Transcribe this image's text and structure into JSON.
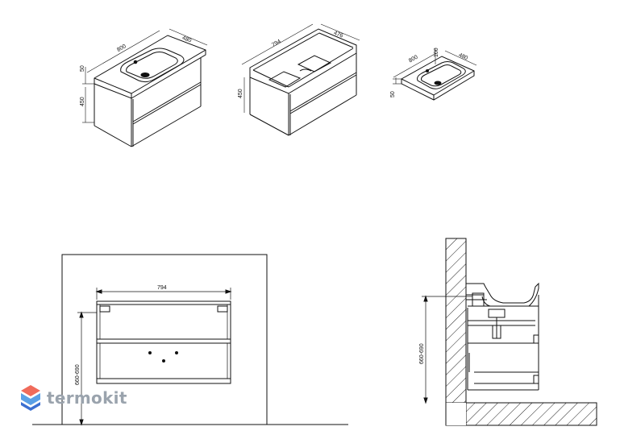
{
  "views": {
    "iso1": {
      "width_label": "800",
      "depth_label": "480",
      "top_height_label": "50",
      "body_height_label": "450"
    },
    "iso2": {
      "width_label": "794",
      "depth_label": "476",
      "body_height_label": "450"
    },
    "iso3": {
      "width_label": "800",
      "depth_label": "480",
      "small_label": "100",
      "thickness_label": "50"
    },
    "front": {
      "width_label": "794",
      "height_label": "660-690"
    },
    "side": {
      "height_label": "660-690"
    }
  },
  "brand": {
    "name": "termokit",
    "colors": {
      "top": "#f06b5b",
      "mid": "#5aa0e6",
      "low": "#3b6fd0"
    }
  }
}
